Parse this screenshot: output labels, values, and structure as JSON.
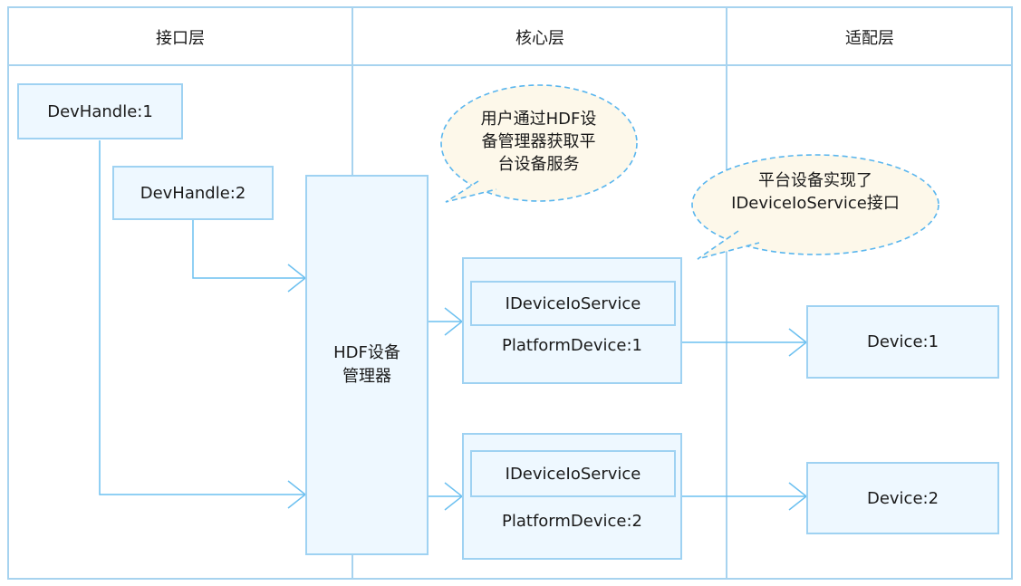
{
  "columns": {
    "interface": "接口层",
    "core": "核心层",
    "adapter": "适配层"
  },
  "interface_layer": {
    "devhandle1": "DevHandle:1",
    "devhandle2": "DevHandle:2"
  },
  "core_layer": {
    "manager_line1": "HDF设备",
    "manager_line2": "管理器",
    "platform_devices": [
      {
        "service": "IDeviceIoService",
        "name": "PlatformDevice:1"
      },
      {
        "service": "IDeviceIoService",
        "name": "PlatformDevice:2"
      }
    ]
  },
  "adapter_layer": {
    "device1": "Device:1",
    "device2": "Device:2"
  },
  "callouts": {
    "user_note": {
      "line1": "用户通过HDF设",
      "line2": "备管理器获取平",
      "line3": "台设备服务"
    },
    "platform_note": {
      "line1": "平台设备实现了",
      "line2": "IDeviceIoService接口"
    }
  },
  "colors": {
    "border": "#a7d3ef",
    "box_fill": "#eef8ff",
    "bubble_fill": "#fdf8ea",
    "bubble_border": "#5ab6ee",
    "arrow": "#6cc0f0"
  }
}
